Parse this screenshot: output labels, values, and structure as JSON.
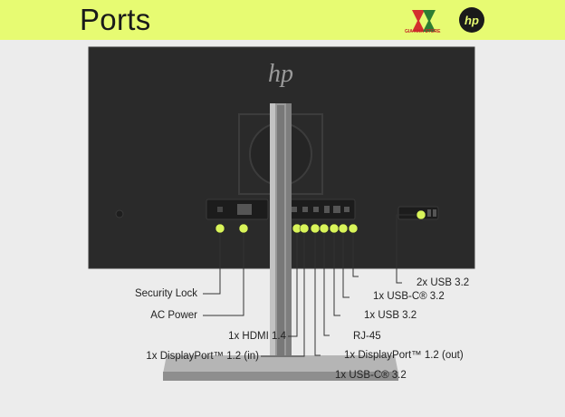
{
  "header": {
    "title": "Ports",
    "store_logo_text": "GIA KHÁ STORE",
    "brand_logo": "hp-logo"
  },
  "monitor": {
    "bezel_logo": "hp-logo"
  },
  "ports_left": [
    {
      "id": "security-lock",
      "label": "Security Lock"
    },
    {
      "id": "ac-power",
      "label": "AC Power"
    },
    {
      "id": "hdmi",
      "label": "1x HDMI 1.4"
    },
    {
      "id": "dp-in",
      "label": "1x DisplayPort™ 1.2 (in)"
    }
  ],
  "ports_right": [
    {
      "id": "usb-2x",
      "label": "2x USB 3.2"
    },
    {
      "id": "usbc-1",
      "label": "1x USB-C® 3.2"
    },
    {
      "id": "usb-1x",
      "label": "1x USB 3.2"
    },
    {
      "id": "rj45",
      "label": "RJ-45"
    },
    {
      "id": "dp-out",
      "label": "1x DisplayPort™ 1.2 (out)"
    },
    {
      "id": "usbc-2",
      "label": "1x USB-C® 3.2"
    }
  ],
  "colors": {
    "accent": "#e7fb72",
    "dot": "#d9f45a",
    "monitor_back": "#2a2a2a",
    "stand": "#a9a9a9",
    "background": "#ececec"
  }
}
